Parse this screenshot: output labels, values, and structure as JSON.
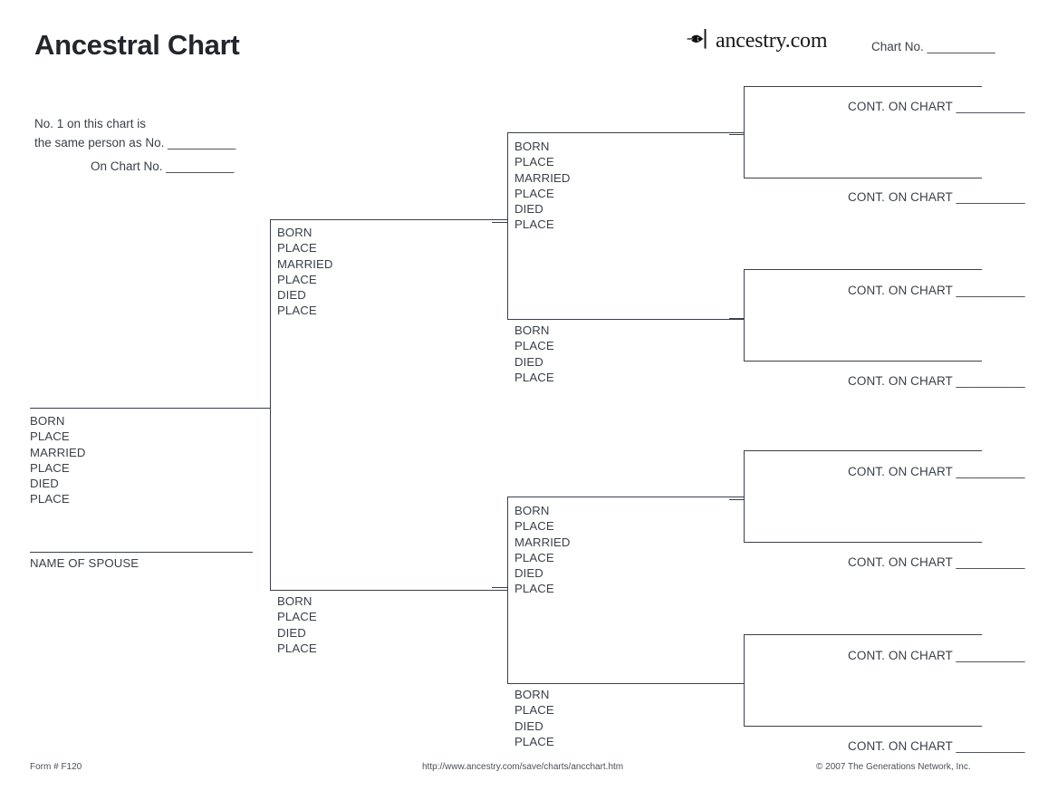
{
  "header": {
    "title": "Ancestral Chart",
    "brand_text": "ancestry.com",
    "brand_icon": "ancestry-leaf-icon",
    "chart_no_label": "Chart No. __________"
  },
  "note": {
    "line1": "No. 1 on this chart is",
    "line2": "the same person as No. __________",
    "line3": "On Chart No. __________"
  },
  "labels": {
    "born": "BORN",
    "place": "PLACE",
    "married": "MARRIED",
    "died": "DIED",
    "name_of_spouse": "NAME OF SPOUSE",
    "cont_on_chart": "CONT. ON CHART __________"
  },
  "person1": {
    "fields": [
      "BORN",
      "PLACE",
      "MARRIED",
      "PLACE",
      "DIED",
      "PLACE"
    ],
    "spouse_caption": "NAME OF SPOUSE"
  },
  "generation2": [
    {
      "position": "father",
      "fields": [
        "BORN",
        "PLACE",
        "MARRIED",
        "PLACE",
        "DIED",
        "PLACE"
      ]
    },
    {
      "position": "mother",
      "fields": [
        "BORN",
        "PLACE",
        "DIED",
        "PLACE"
      ]
    }
  ],
  "generation3": [
    {
      "position": "paternal-grandfather",
      "fields": [
        "BORN",
        "PLACE",
        "MARRIED",
        "PLACE",
        "DIED",
        "PLACE"
      ]
    },
    {
      "position": "paternal-grandmother",
      "fields": [
        "BORN",
        "PLACE",
        "DIED",
        "PLACE"
      ]
    },
    {
      "position": "maternal-grandfather",
      "fields": [
        "BORN",
        "PLACE",
        "MARRIED",
        "PLACE",
        "DIED",
        "PLACE"
      ]
    },
    {
      "position": "maternal-grandmother",
      "fields": [
        "BORN",
        "PLACE",
        "DIED",
        "PLACE"
      ]
    }
  ],
  "generation4": [
    {
      "position": "great-grandparent-1",
      "cont": "CONT. ON CHART __________"
    },
    {
      "position": "great-grandparent-2",
      "cont": "CONT. ON CHART __________"
    },
    {
      "position": "great-grandparent-3",
      "cont": "CONT. ON CHART __________"
    },
    {
      "position": "great-grandparent-4",
      "cont": "CONT. ON CHART __________"
    },
    {
      "position": "great-grandparent-5",
      "cont": "CONT. ON CHART __________"
    },
    {
      "position": "great-grandparent-6",
      "cont": "CONT. ON CHART __________"
    },
    {
      "position": "great-grandparent-7",
      "cont": "CONT. ON CHART __________"
    },
    {
      "position": "great-grandparent-8",
      "cont": "CONT. ON CHART __________"
    }
  ],
  "footer": {
    "form": "Form # F120",
    "url": "http://www.ancestry.com/save/charts/ancchart.htm",
    "copyright": "© 2007 The Generations Network, Inc."
  },
  "colors": {
    "ink": "#3b4049",
    "title": "#23262d",
    "rule": "#3b4049",
    "background": "#ffffff"
  }
}
